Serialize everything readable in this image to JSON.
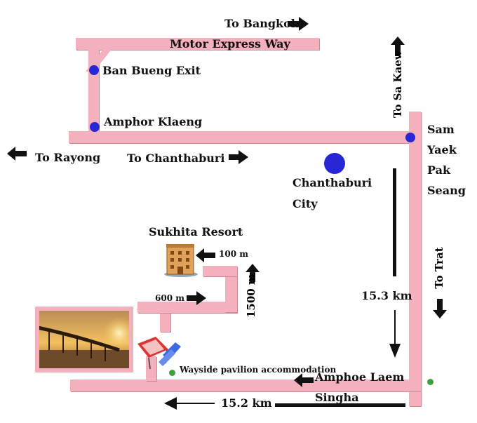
{
  "labels": {
    "to_bangkok": "To Bangkok",
    "motor_express_way": "Motor Express Way",
    "ban_bueng_exit": "Ban Bueng Exit",
    "amphor_klaeng": "Amphor Klaeng",
    "to_rayong": "To Rayong",
    "to_chanthaburi": "To Chanthaburi",
    "to_sa_kaew": "To Sa Kaew",
    "sam_yaek_pak_seang": [
      "Sam",
      "Yaek",
      "Pak",
      "Seang"
    ],
    "chanthaburi_city": [
      "Chanthaburi",
      "City"
    ],
    "sukhita_resort": "Sukhita Resort",
    "dist_100m": "100 m",
    "dist_600m": "600 m",
    "dist_1500m": "1500 m",
    "to_trat": "To Trat",
    "dist_15_3km": "15.3 km",
    "wayside": "Wayside pavilion accommodation",
    "amphoe_laem_singha": [
      "Amphoe Laem",
      "Singha"
    ],
    "dist_15_2km": "15.2 km"
  },
  "colors": {
    "road": "#f4b0bd",
    "marker": "#2727d6",
    "green_marker": "#3f9e3f",
    "arrow": "#111111"
  },
  "icons": {
    "hotel": "hotel-building-icon",
    "photo": "bridge-sunset-photo",
    "pavilion": "pavilion-icon"
  }
}
